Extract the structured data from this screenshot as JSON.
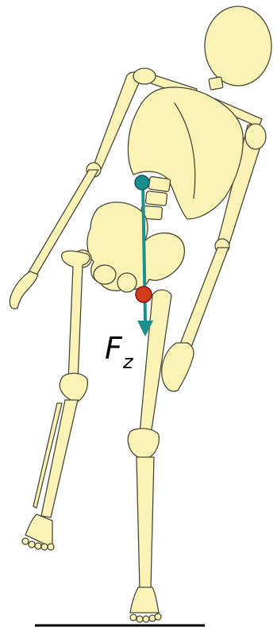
{
  "diagram": {
    "force_label": {
      "symbol": "F",
      "subscript": "z"
    },
    "colors": {
      "bone_fill": "#fbf3b5",
      "bone_stroke": "#4a4a3a",
      "force_arrow": "#1b8e8e",
      "center_of_mass_marker": "#1b8e8e",
      "support_point_marker": "#d63a1e",
      "ground": "#000000"
    },
    "icons": [
      "skeleton-figure",
      "force-arrow-icon",
      "ground-line"
    ]
  }
}
